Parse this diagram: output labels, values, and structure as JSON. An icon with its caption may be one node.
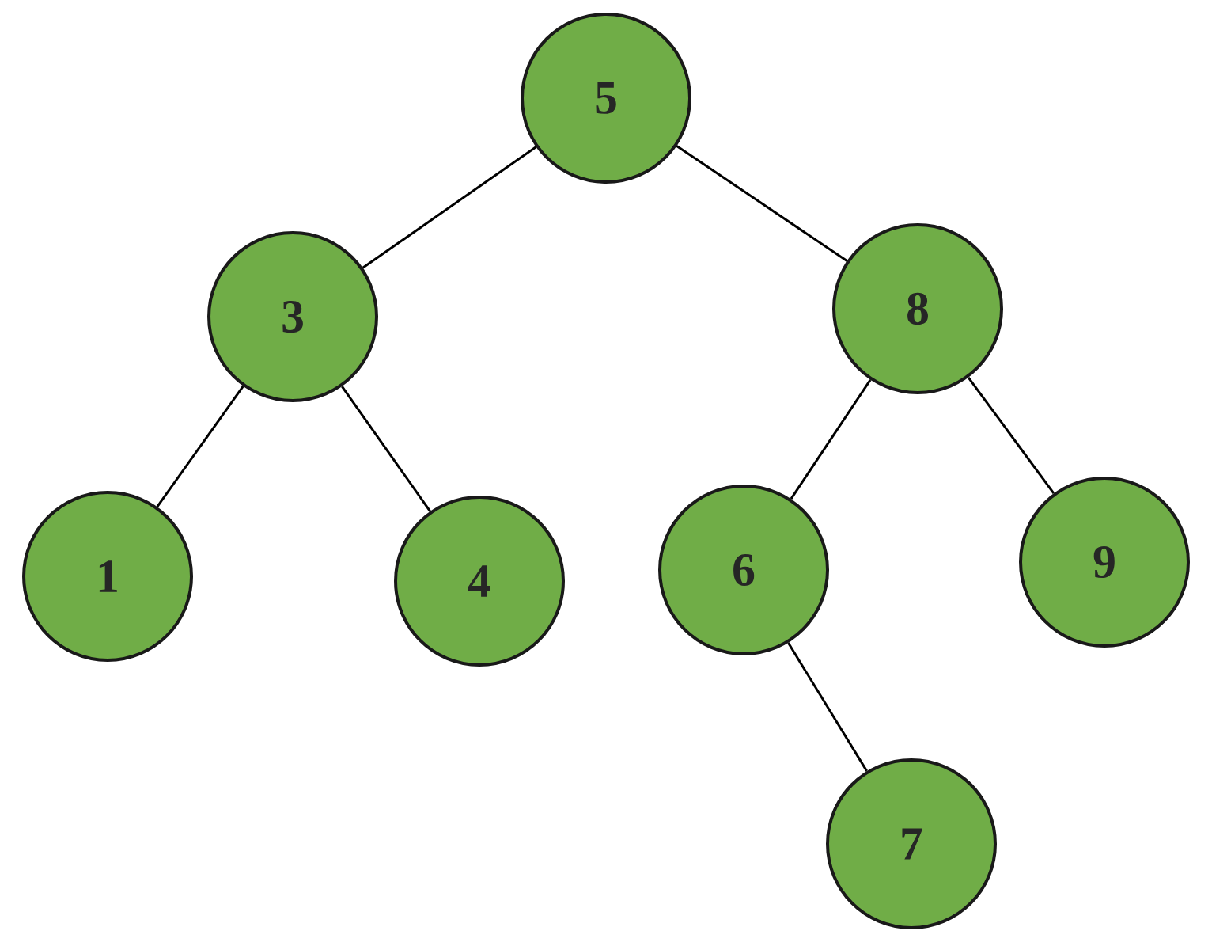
{
  "diagram": {
    "nodes": [
      {
        "text": [
          "5"
        ]
      },
      {
        "text": [
          "3"
        ]
      },
      {
        "text": [
          "8"
        ]
      },
      {
        "text": [
          "1"
        ]
      },
      {
        "text": [
          "4"
        ]
      },
      {
        "text": [
          "6"
        ]
      },
      {
        "text": [
          "9"
        ]
      },
      {
        "text": [
          "7"
        ]
      }
    ],
    "edges": [
      {
        "from": 0,
        "to": 1,
        "arrow": "none"
      },
      {
        "from": 0,
        "to": 2,
        "arrow": "none"
      },
      {
        "from": 1,
        "to": 3,
        "arrow": "none"
      },
      {
        "from": 1,
        "to": 4,
        "arrow": "none"
      },
      {
        "from": 2,
        "to": 5,
        "arrow": "none"
      },
      {
        "from": 2,
        "to": 6,
        "arrow": "none"
      },
      {
        "from": 5,
        "to": 7,
        "arrow": "none"
      }
    ]
  }
}
